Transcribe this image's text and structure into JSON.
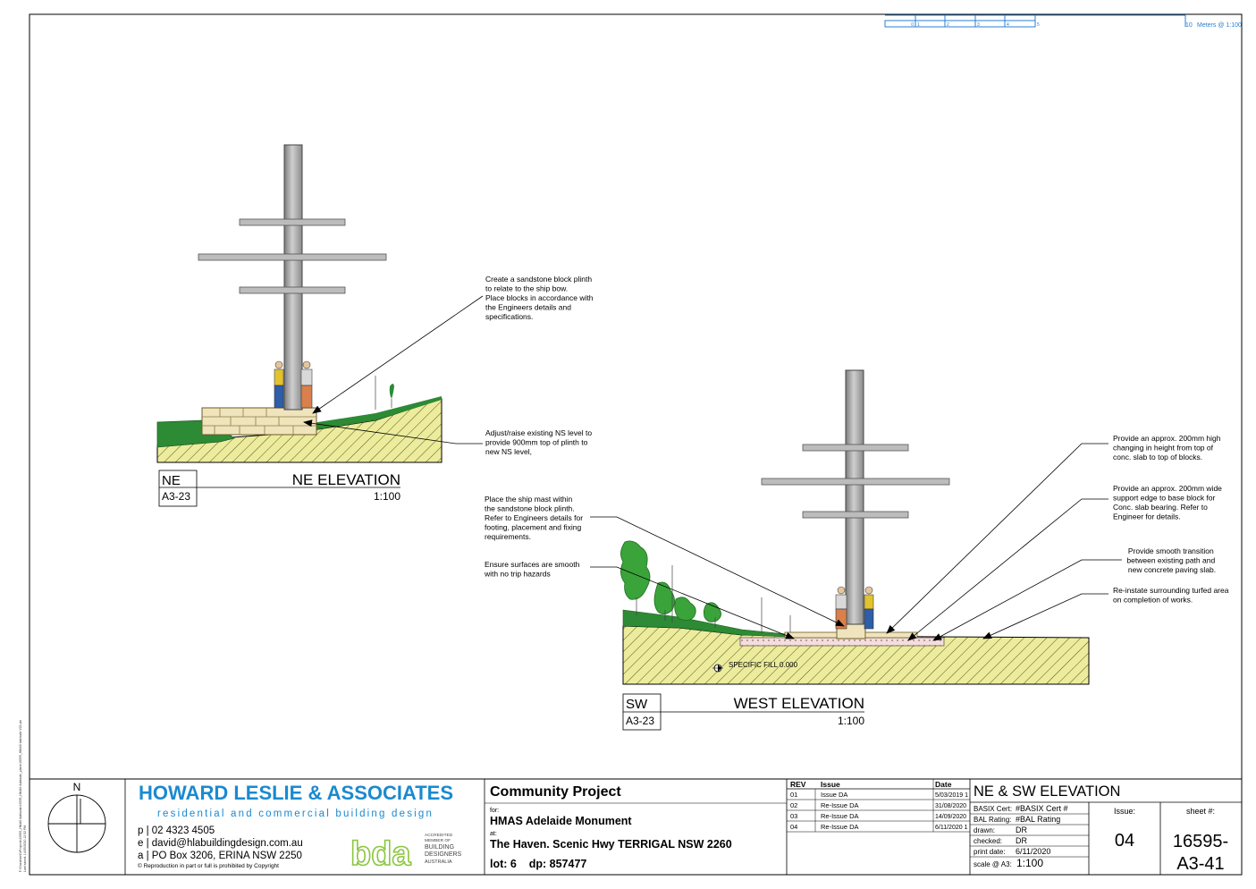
{
  "colors": {
    "brand_blue": "#1a8ad0",
    "bda_green": "#8bc53f",
    "scale_blue": "#2a7fd4",
    "ground": "#ecec9c",
    "grass": "#2d8a35",
    "mast": "#a9a9a9",
    "sandstone": "#efe4bc",
    "tree": "#3aa33a"
  },
  "scale_bar": {
    "label": "Meters @  1:100",
    "ticks": [
      "0",
      "1",
      "2",
      "3",
      "4",
      "5",
      "10"
    ]
  },
  "margin_notes": [
    "F:\\Onedrive\\DrProjects\\16595_HMAS Adelaide\\16595_HMAS Adelaide_plans\\16595_HMAS Adelaide V22.pln",
    "Last saved: 14/09/2020 12:52 PM"
  ],
  "ne_view": {
    "code": "NE",
    "ref": "A3-23",
    "title": "NE ELEVATION",
    "scale": "1:100",
    "notes": [
      {
        "lines": [
          "Create a sandstone block plinth",
          "to relate to the ship bow.",
          "Place blocks in accordance with",
          "the Engineers details and",
          "specifications."
        ]
      },
      {
        "lines": [
          "Adjust/raise existing NS level to",
          "provide 900mm top of plinth to",
          "new NS level,"
        ]
      }
    ]
  },
  "sw_view": {
    "code": "SW",
    "ref": "A3-23",
    "title": "WEST ELEVATION",
    "scale": "1:100",
    "ground_label": "SPECIFIC FILL 0.000",
    "notes_left": [
      {
        "lines": [
          "Place the ship mast within",
          "the sandstone block plinth.",
          "Refer to Engineers details for",
          "footing, placement and fixing",
          "requirements."
        ]
      },
      {
        "lines": [
          "Ensure surfaces are smooth",
          "with no trip hazards"
        ]
      }
    ],
    "notes_right": [
      {
        "lines": [
          "Provide an approx. 200mm high",
          "changing in height from top of",
          "conc. slab to top of blocks."
        ]
      },
      {
        "lines": [
          "Provide an approx. 200mm wide",
          "support edge to base block for",
          "Conc. slab bearing. Refer to",
          "Engineer for details."
        ]
      },
      {
        "lines": [
          "Provide smooth transition",
          "between existing path and",
          "new concrete paving slab."
        ]
      },
      {
        "lines": [
          "Re-instate surrounding turfed area",
          "on completion of works."
        ]
      }
    ]
  },
  "title_block": {
    "north": "N",
    "firm_name": "HOWARD LESLIE & ASSOCIATES",
    "firm_tagline": "residential and commercial building design",
    "phone": "p | 02 4323 4505",
    "email": "e | david@hlabuildingdesign.com.au",
    "address": "a | PO Box 3206, ERINA  NSW  2250",
    "copyright": "© Reproduction in part or full is prohibited by Copyright",
    "bda": {
      "mark": "bda",
      "caption": [
        "ACCREDITED",
        "MEMBER OF"
      ],
      "words": [
        "BUILDING",
        "DESIGNERS",
        "AUSTRALIA"
      ]
    },
    "project": "Community Project",
    "for_label": "for:",
    "client": "HMAS Adelaide Monument",
    "at_label": "at:",
    "site": "The Haven. Scenic Hwy TERRIGAL NSW 2260",
    "lot": "lot: 6    dp: 857477",
    "rev_headers": [
      "REV",
      "Issue",
      "Date"
    ],
    "revisions": [
      [
        "01",
        "Issue DA",
        "5/03/2019 1"
      ],
      [
        "02",
        "Re-Issue DA",
        "31/08/2020"
      ],
      [
        "03",
        "Re-Issue DA",
        "14/09/2020"
      ],
      [
        "04",
        "Re-Issue DA",
        "6/11/2020 1"
      ]
    ],
    "sheet_title": "NE & SW ELEVATION",
    "details": [
      [
        "BASIX Cert:",
        "#BASIX Cert #"
      ],
      [
        "BAL Rating:",
        "#BAL Rating"
      ],
      [
        "drawn:",
        "DR"
      ],
      [
        "checked:",
        "DR"
      ],
      [
        "print date:",
        "6/11/2020"
      ],
      [
        "scale @ A3:",
        "1:100"
      ]
    ],
    "issue_label": "Issue:",
    "issue": "04",
    "sheet_label": "sheet #:",
    "sheet_number": [
      "16595-",
      "A3-41"
    ]
  }
}
